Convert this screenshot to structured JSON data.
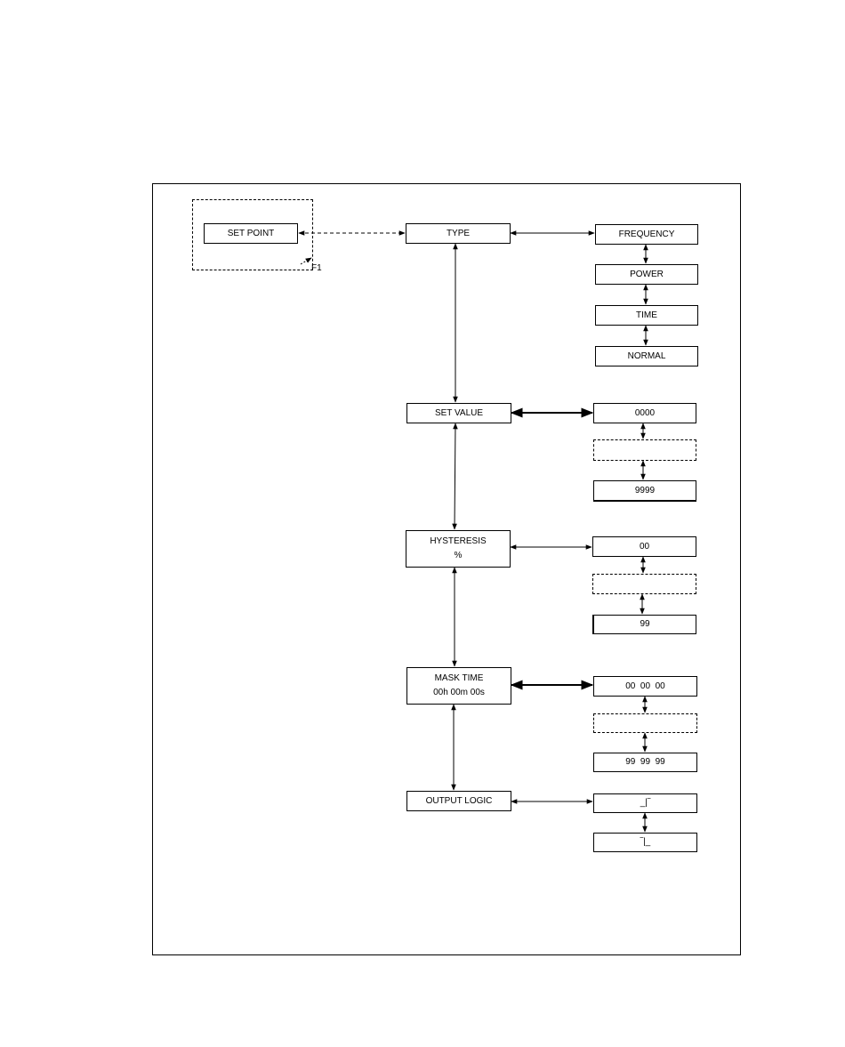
{
  "set_point_group": {
    "label": "SET POINT",
    "key": "F1"
  },
  "main_column": {
    "type": "TYPE",
    "set_value": "SET VALUE",
    "hysteresis": {
      "line1": "HYSTERESIS",
      "line2": "%"
    },
    "mask_time": {
      "line1": "MASK TIME",
      "line2": "00h 00m 00s"
    },
    "output_logic": "OUTPUT LOGIC"
  },
  "type_options": [
    "FREQUENCY",
    "POWER",
    "TIME",
    "NORMAL"
  ],
  "set_value_range": {
    "min": "0000",
    "max": "9999"
  },
  "hysteresis_range": {
    "min": "00",
    "max": "99"
  },
  "mask_time_range": {
    "min": "00  00  00",
    "max": "99  99  99"
  },
  "output_logic_options": [
    "_|‾",
    "‾|_"
  ]
}
